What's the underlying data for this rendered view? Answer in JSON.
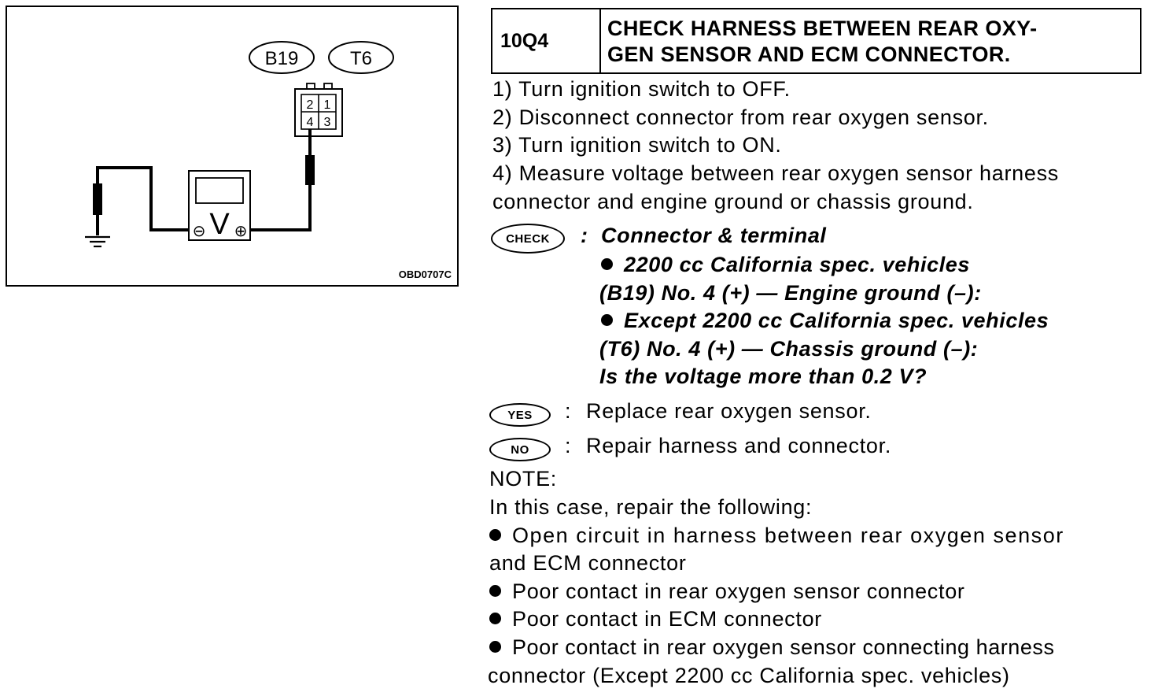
{
  "diagram": {
    "connector_labels": [
      "B19",
      "T6"
    ],
    "pins": [
      "2",
      "1",
      "4",
      "3"
    ],
    "meter_symbol": "V",
    "minus_symbol": "⊖",
    "plus_symbol": "⊕",
    "figure_code": "OBD0707C"
  },
  "header": {
    "step": "10Q4",
    "title_line1": "CHECK HARNESS BETWEEN REAR OXY-",
    "title_line2": "GEN SENSOR AND ECM CONNECTOR."
  },
  "steps": [
    "1)  Turn ignition switch to OFF.",
    "2)  Disconnect connector from rear oxygen sensor.",
    "3)  Turn ignition switch to ON.",
    "4)  Measure voltage between rear oxygen sensor harness",
    "connector and engine ground or chassis ground."
  ],
  "check": {
    "badge": "CHECK",
    "colon": ":",
    "heading": "Connector & terminal",
    "item1": "2200 cc California spec. vehicles",
    "item1_detail": "(B19) No. 4 (+) — Engine ground (–):",
    "item2": "Except 2200 cc California spec. vehicles",
    "item2_detail": "(T6) No. 4 (+) — Chassis ground (–):",
    "question": "Is the voltage more than 0.2 V?"
  },
  "yes": {
    "badge": "YES",
    "colon": ":",
    "text": "Replace rear oxygen sensor."
  },
  "no": {
    "badge": "NO",
    "colon": ":",
    "text": "Repair harness and connector."
  },
  "note": {
    "label": "NOTE:",
    "intro": "In this case, repair the following:",
    "item1_line1": "Open circuit in harness between rear oxygen sensor",
    "item1_line2": "and ECM connector",
    "item2": "Poor contact in rear oxygen sensor connector",
    "item3": "Poor contact in ECM connector",
    "item4_line1": "Poor contact in rear oxygen sensor connecting harness",
    "item4_line2": "connector (Except 2200 cc California spec. vehicles)"
  }
}
